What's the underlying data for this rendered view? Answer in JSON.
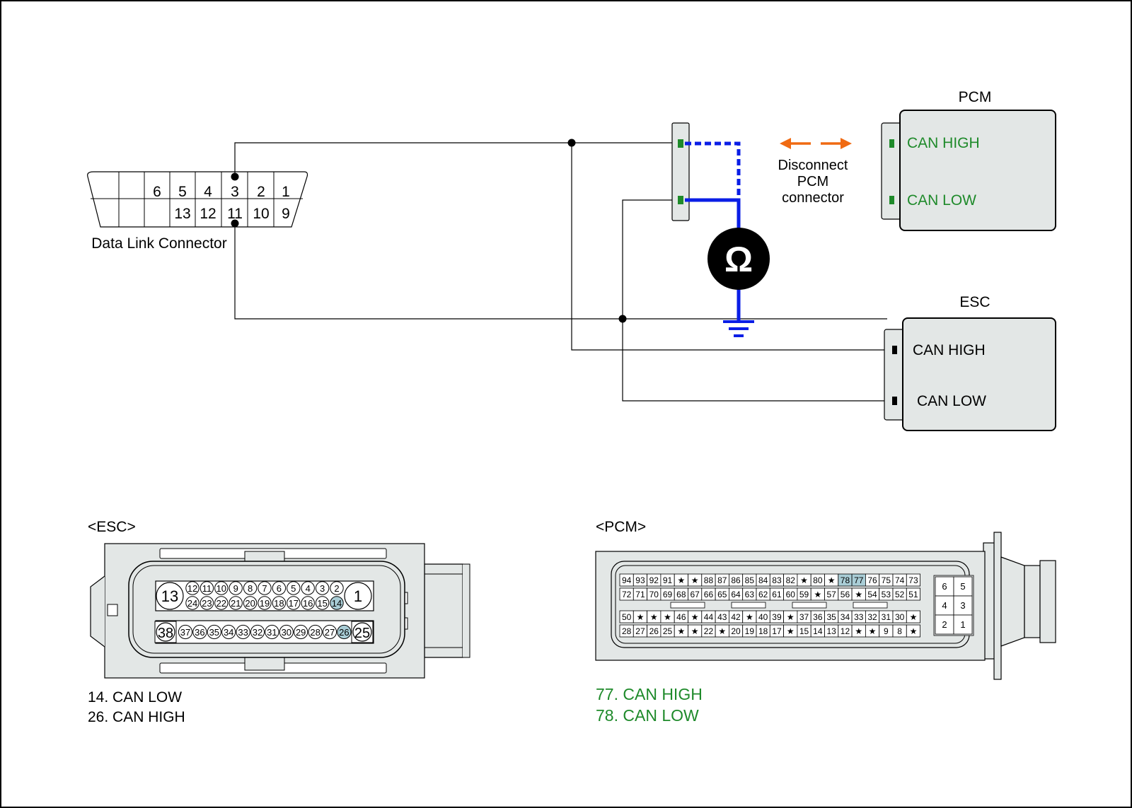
{
  "dlc": {
    "label": "Data Link Connector",
    "top_pins": [
      "",
      "",
      "6",
      "5",
      "4",
      "3",
      "2",
      "1"
    ],
    "bottom_pins": [
      "",
      "",
      "",
      "13",
      "12",
      "11",
      "10",
      "9"
    ]
  },
  "pcm_module": {
    "title": "PCM",
    "can_high": "CAN HIGH",
    "can_low": "CAN LOW"
  },
  "esc_module": {
    "title": "ESC",
    "can_high": "CAN HIGH",
    "can_low": "CAN LOW"
  },
  "instruction": {
    "line1": "Disconnect",
    "line2": "PCM",
    "line3": "connector"
  },
  "meter": {
    "symbol": "Ω"
  },
  "esc_connector": {
    "title": "<ESC>",
    "big_pins": {
      "top_left": "13",
      "top_right": "1",
      "bottom_left": "38",
      "bottom_right": "25"
    },
    "row1": [
      "12",
      "11",
      "10",
      "9",
      "8",
      "7",
      "6",
      "5",
      "4",
      "3",
      "2"
    ],
    "row2": [
      "24",
      "23",
      "22",
      "21",
      "20",
      "19",
      "18",
      "17",
      "16",
      "15",
      "14"
    ],
    "row3": [
      "37",
      "36",
      "35",
      "34",
      "33",
      "32",
      "31",
      "30",
      "29",
      "28",
      "27",
      "26"
    ],
    "highlight": [
      "14",
      "26"
    ],
    "legend": [
      "14. CAN LOW",
      "26. CAN HIGH"
    ]
  },
  "pcm_connector": {
    "title": "<PCM>",
    "row1": [
      "94",
      "93",
      "92",
      "91",
      "★",
      "★",
      "88",
      "87",
      "86",
      "85",
      "84",
      "83",
      "82",
      "★",
      "80",
      "★",
      "78",
      "77",
      "76",
      "75",
      "74",
      "73"
    ],
    "row2": [
      "72",
      "71",
      "70",
      "69",
      "68",
      "67",
      "66",
      "65",
      "64",
      "63",
      "62",
      "61",
      "60",
      "59",
      "★",
      "57",
      "56",
      "★",
      "54",
      "53",
      "52",
      "51"
    ],
    "row3": [
      "50",
      "★",
      "★",
      "★",
      "46",
      "★",
      "44",
      "43",
      "42",
      "★",
      "40",
      "39",
      "★",
      "37",
      "36",
      "35",
      "34",
      "33",
      "32",
      "31",
      "30",
      "★"
    ],
    "row4": [
      "28",
      "27",
      "26",
      "25",
      "★",
      "★",
      "22",
      "★",
      "20",
      "19",
      "18",
      "17",
      "★",
      "15",
      "14",
      "13",
      "12",
      "★",
      "★",
      "9",
      "8",
      "★"
    ],
    "side_pins": [
      [
        "6",
        "5"
      ],
      [
        "4",
        "3"
      ],
      [
        "2",
        "1"
      ]
    ],
    "highlight": [
      "78",
      "77"
    ],
    "legend": [
      "77. CAN HIGH",
      "78. CAN LOW"
    ]
  },
  "colors": {
    "green": "#1e8a2a",
    "blue": "#0a1ee6",
    "orange": "#f06a12",
    "module_fill": "#e3e7e6",
    "highlight": "#a9cdd6"
  }
}
